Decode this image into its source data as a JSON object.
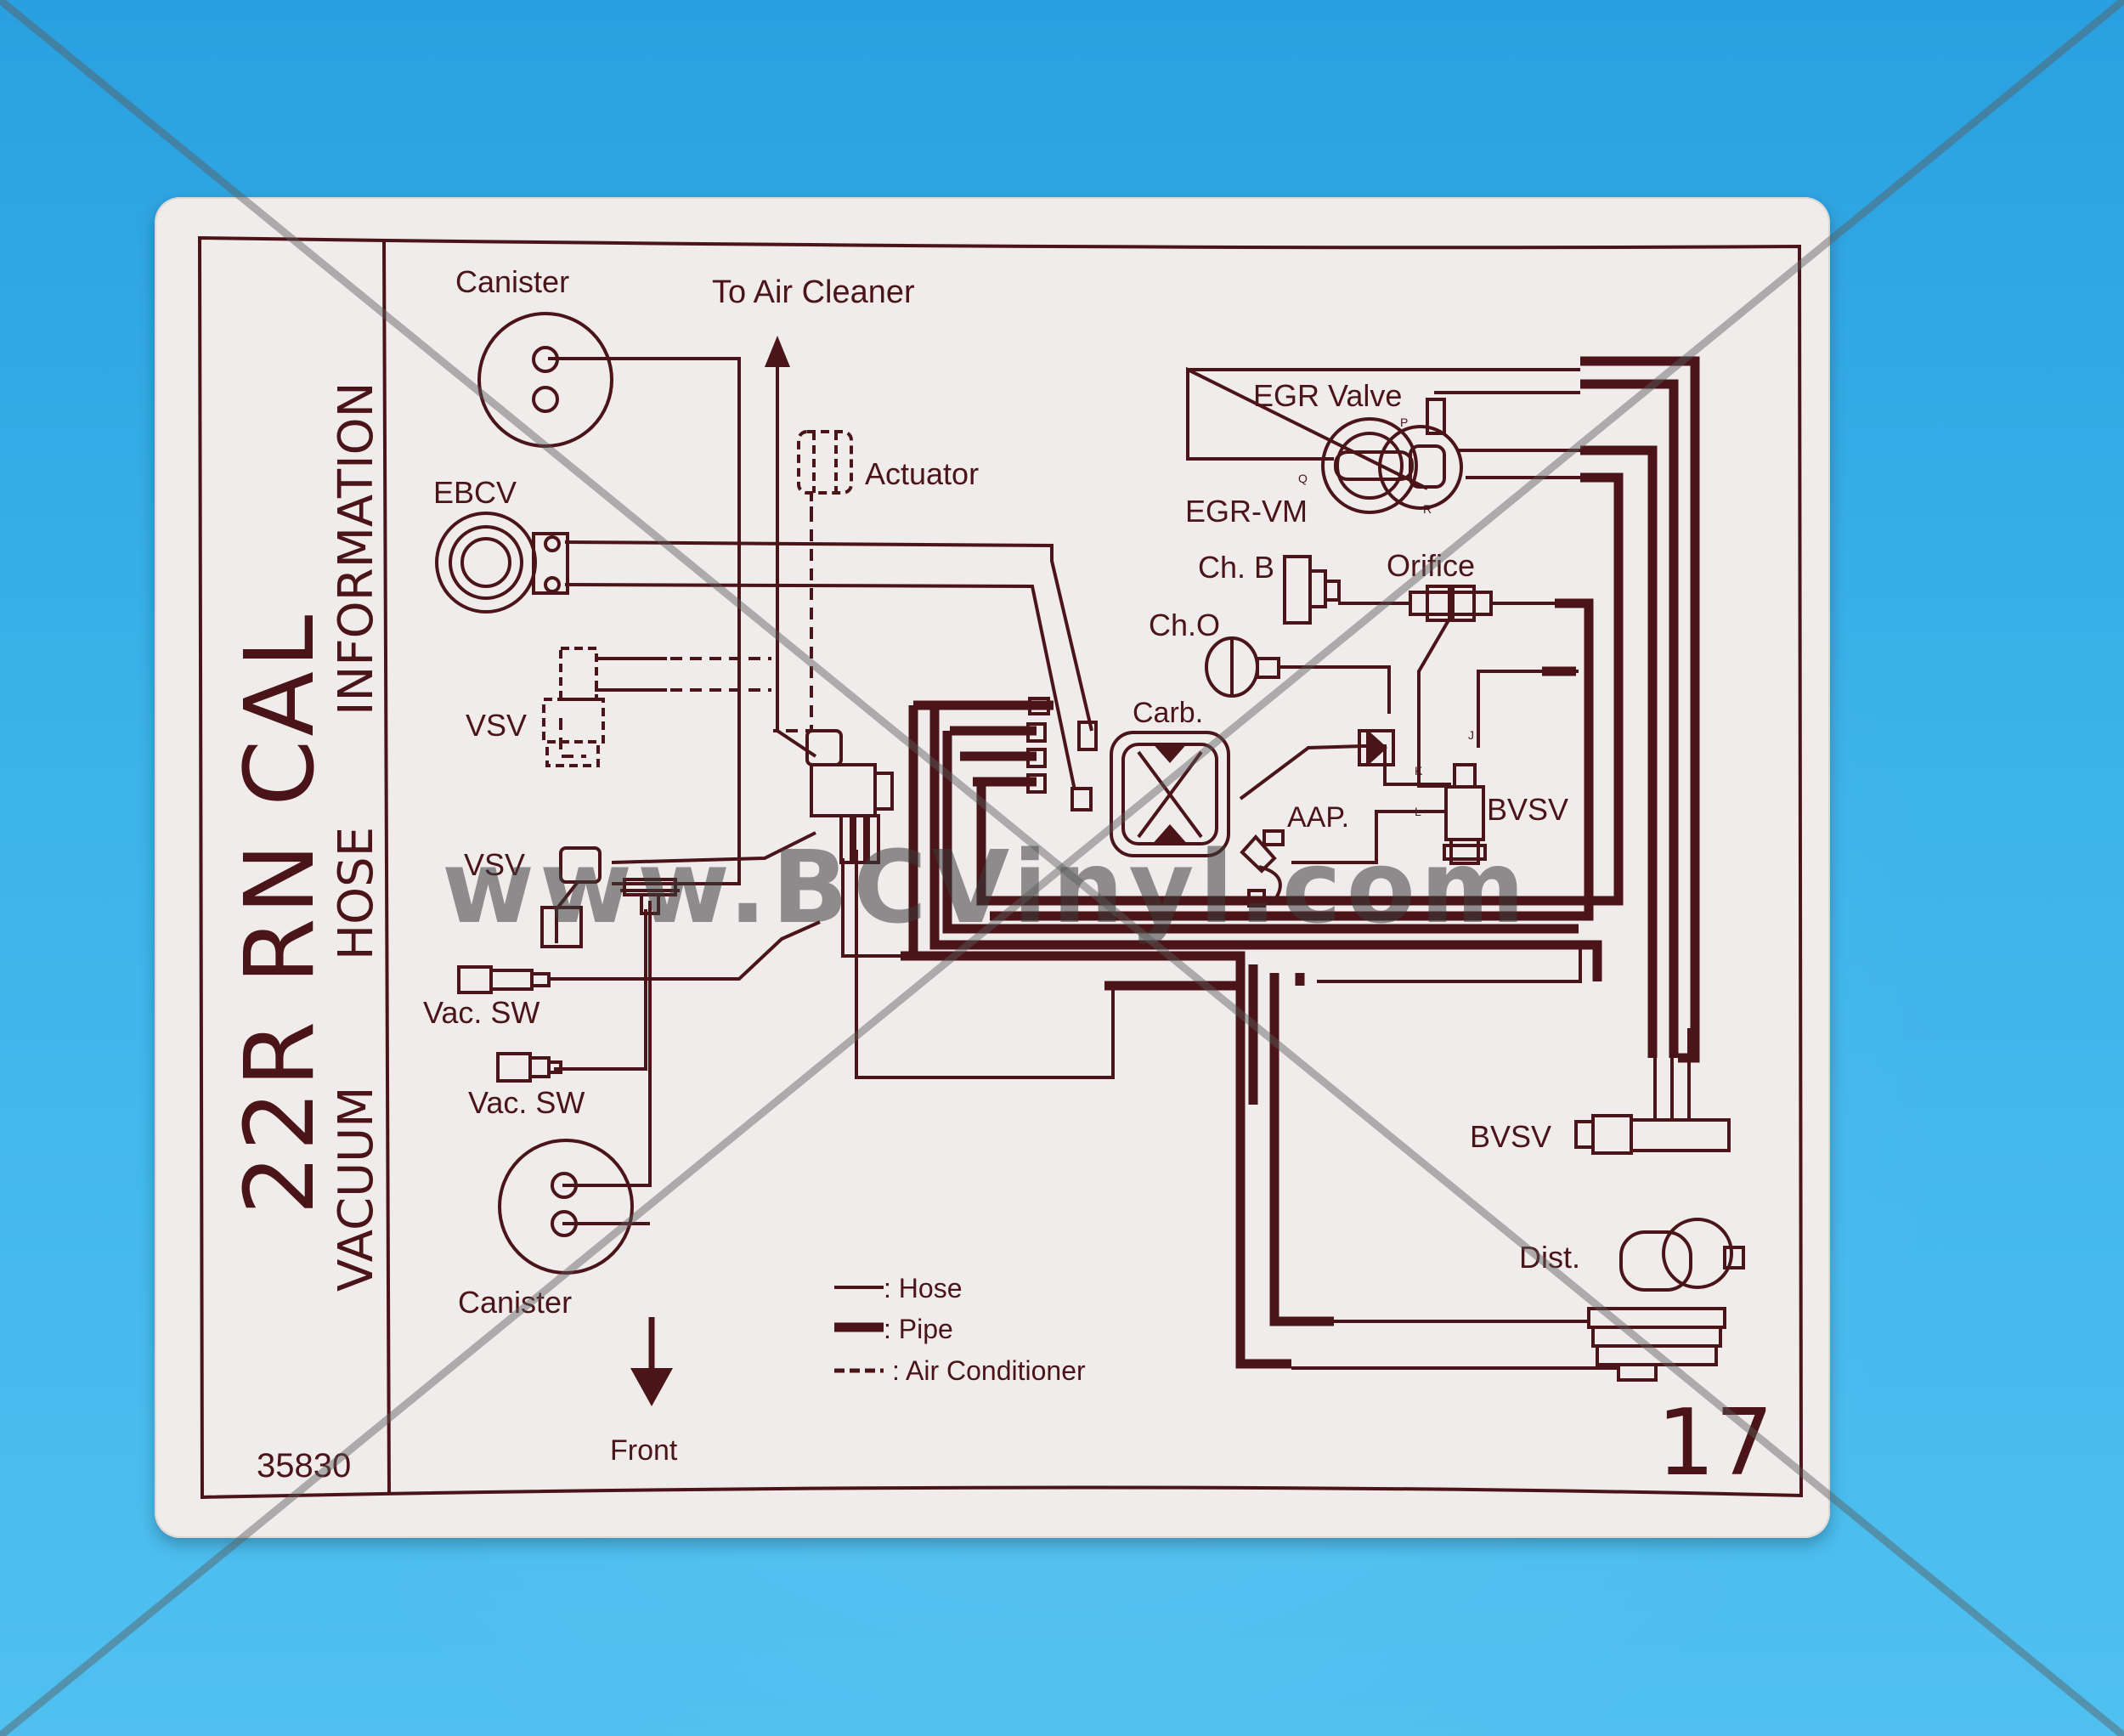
{
  "header": {
    "line1": "22R  RN  CAL",
    "line2_left": "VACUUM",
    "line2_mid": "HOSE",
    "line2_right": "INFORMATION"
  },
  "part_number": "35830",
  "calibration_code": "17",
  "labels": {
    "canister_top": "Canister",
    "canister_bottom": "Canister",
    "to_air_cleaner": "To Air Cleaner",
    "actuator": "Actuator",
    "ebcv": "EBCV",
    "vsv_top": "VSV",
    "vsv_bottom": "VSV",
    "vac_sw_top": "Vac. SW",
    "vac_sw_bottom": "Vac. SW",
    "egr_valve": "EGR Valve",
    "egr_vm": "EGR-VM",
    "ch_b": "Ch. B",
    "orifice": "Orifice",
    "ch_o": "Ch.O",
    "carb": "Carb.",
    "aap": "AAP.",
    "bvsv_mid": "BVSV",
    "bvsv_right": "BVSV",
    "dist": "Dist.",
    "front": "Front",
    "port_p": "P",
    "port_q": "Q",
    "port_r": "R",
    "port_j": "J",
    "port_k": "K",
    "port_l": "L"
  },
  "legend": [
    {
      "symbol": "hose",
      "label": ": Hose"
    },
    {
      "symbol": "pipe",
      "label": ": Pipe"
    },
    {
      "symbol": "air-conditioner",
      "label": ": Air  Conditioner"
    }
  ],
  "watermark": "www.BCVinyl.com",
  "colors": {
    "ink": "#4a1418",
    "sticker": "#efeceb",
    "background": "#3cb3ea"
  }
}
